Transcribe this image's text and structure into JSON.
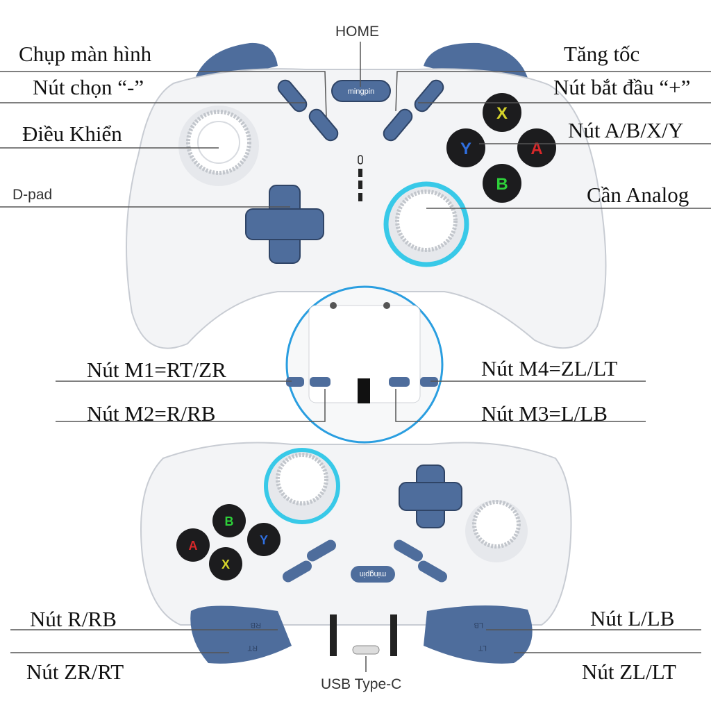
{
  "labels": {
    "home": "HOME",
    "screenshot": "Chụp màn hình",
    "select": "Nút chọn “-”",
    "control_stick": "Điều Khiển",
    "dpad": "D-pad",
    "turbo": "Tăng tốc",
    "start": "Nút bắt đầu “+”",
    "abxy": "Nút A/B/X/Y",
    "analog": "Cần Analog",
    "m1": "Nút M1=RT/ZR",
    "m2": "Nút M2=R/RB",
    "m4": "Nút M4=ZL/LT",
    "m3": "Nút M3=L/LB",
    "r_rb": "Nút R/RB",
    "zr_rt": "Nút ZR/RT",
    "l_lb": "Nút L/LB",
    "zl_lt": "Nút ZL/LT",
    "usb": "USB Type-C"
  },
  "controller": {
    "brand_logo": "mingpin",
    "button_letters": [
      "X",
      "Y",
      "A",
      "B"
    ],
    "button_colors": {
      "X": "#d6d42a",
      "Y": "#2f6fe0",
      "A": "#d8282a",
      "B": "#2ed03a"
    },
    "bumper_labels": [
      "RB",
      "RT",
      "LB",
      "LT"
    ],
    "accent_blue": "#4e6d9c",
    "ring_cyan": "#38c9e8",
    "body_white": "#f3f4f6"
  }
}
